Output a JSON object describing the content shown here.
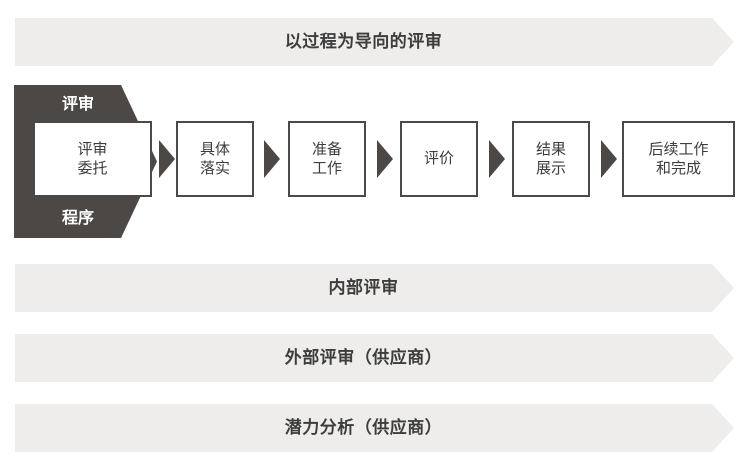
{
  "diagram": {
    "title": "以过程为导向的评审",
    "colors": {
      "bar_background": "#eeedeb",
      "dark_shape": "#4b4845",
      "text_dark": "#3d3d3d",
      "text_light": "#ffffff",
      "box_background": "#ffffff"
    },
    "banners": [
      {
        "label": "以过程为导向的评审"
      },
      {
        "label": "内部评审"
      },
      {
        "label": "外部评审（供应商）"
      },
      {
        "label": "潜力分析（供应商）"
      }
    ],
    "programme_shape": {
      "top_label": "评审",
      "bottom_label": "程序"
    },
    "steps": [
      {
        "lines": [
          "评审",
          "委托"
        ]
      },
      {
        "lines": [
          "具体",
          "落实"
        ]
      },
      {
        "lines": [
          "准备",
          "工作"
        ]
      },
      {
        "lines": [
          "评价"
        ]
      },
      {
        "lines": [
          "结果",
          "展示"
        ]
      },
      {
        "lines": [
          "后续工作",
          "和完成"
        ]
      }
    ],
    "arrow_icon_name": "chevron-right-icon"
  }
}
